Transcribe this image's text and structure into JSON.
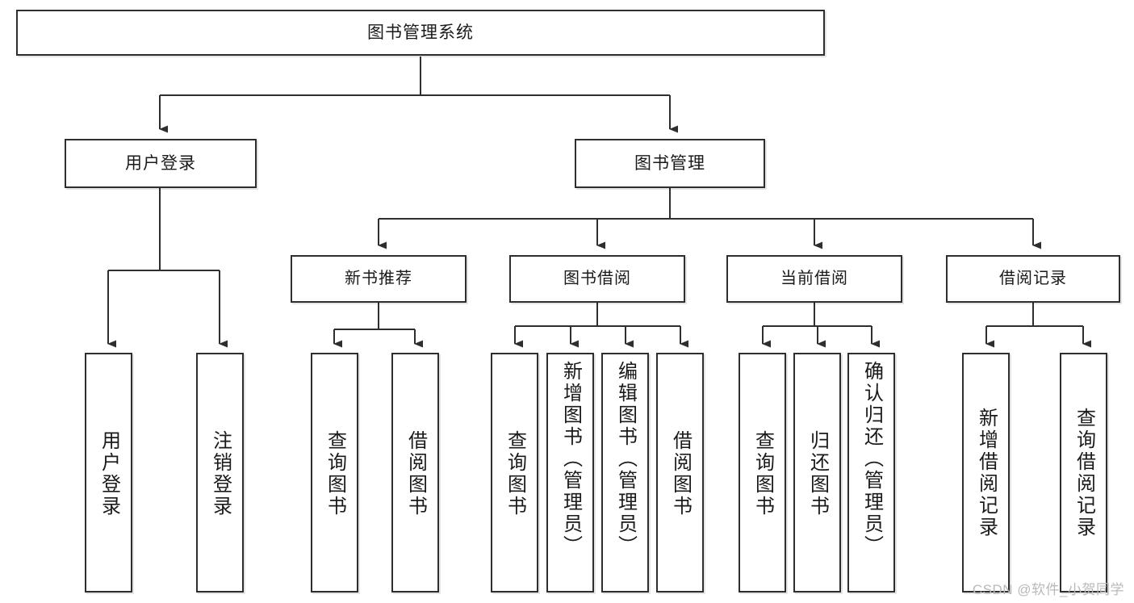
{
  "diagram": {
    "title": "图书管理系统",
    "type": "tree-hierarchy",
    "colors": {
      "box_border": "#2e2e2e",
      "box_fill": "#ffffff",
      "connector": "#2e2e2e",
      "text": "#1a1a1a",
      "watermark": "#b9b9b9",
      "canvas": "#ffffff"
    },
    "root": {
      "id": "root",
      "label": "图书管理系统"
    },
    "level1": [
      {
        "id": "user-login",
        "label": "用户登录"
      },
      {
        "id": "book-manage",
        "label": "图书管理"
      }
    ],
    "level2": [
      {
        "id": "new-book-recommend",
        "label": "新书推荐",
        "parent": "book-manage"
      },
      {
        "id": "book-borrow",
        "label": "图书借阅",
        "parent": "book-manage"
      },
      {
        "id": "current-borrow",
        "label": "当前借阅",
        "parent": "book-manage"
      },
      {
        "id": "borrow-record",
        "label": "借阅记录",
        "parent": "book-manage"
      }
    ],
    "leaves": [
      {
        "id": "leaf-user-login",
        "label": "用户登录",
        "parent": "user-login"
      },
      {
        "id": "leaf-logout",
        "label": "注销登录",
        "parent": "user-login"
      },
      {
        "id": "leaf-query-book-1",
        "label": "查询图书",
        "parent": "new-book-recommend"
      },
      {
        "id": "leaf-borrow-book-1",
        "label": "借阅图书",
        "parent": "new-book-recommend"
      },
      {
        "id": "leaf-query-book-2",
        "label": "查询图书",
        "parent": "book-borrow"
      },
      {
        "id": "leaf-add-book",
        "label": "新增图书（管理员）",
        "parent": "book-borrow"
      },
      {
        "id": "leaf-edit-book",
        "label": "编辑图书（管理员）",
        "parent": "book-borrow"
      },
      {
        "id": "leaf-borrow-book-2",
        "label": "借阅图书",
        "parent": "book-borrow"
      },
      {
        "id": "leaf-query-book-3",
        "label": "查询图书",
        "parent": "current-borrow"
      },
      {
        "id": "leaf-return-book",
        "label": "归还图书",
        "parent": "current-borrow"
      },
      {
        "id": "leaf-confirm-return",
        "label": "确认归还（管理员）",
        "parent": "current-borrow"
      },
      {
        "id": "leaf-add-record",
        "label": "新增借阅记录",
        "parent": "borrow-record"
      },
      {
        "id": "leaf-query-record",
        "label": "查询借阅记录",
        "parent": "borrow-record"
      }
    ]
  },
  "watermark": {
    "text": "CSDN @软件_小贺同学"
  }
}
